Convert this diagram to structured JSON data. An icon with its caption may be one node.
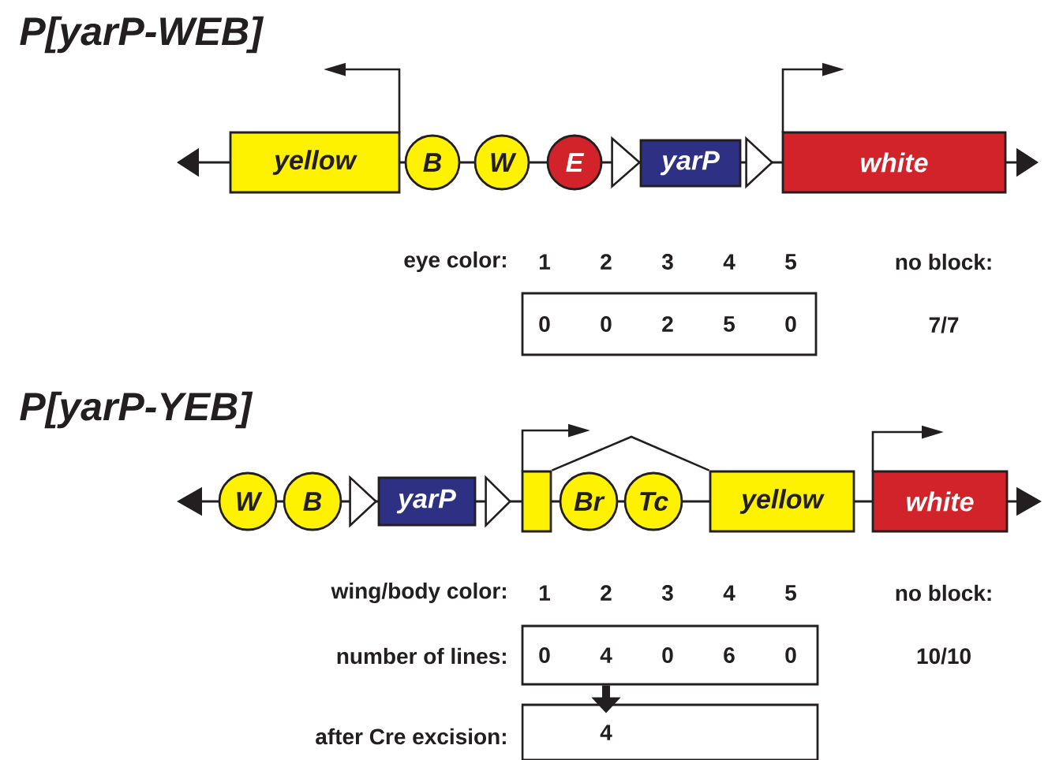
{
  "diagram": {
    "nodes": [
      {
        "text": [
          "yellow"
        ]
      },
      {
        "text": [
          "B"
        ]
      },
      {
        "text": [
          "W"
        ]
      },
      {
        "text": [
          "E"
        ]
      },
      {
        "text": [],
        "shape": "triangle"
      },
      {
        "text": [
          "yarP"
        ]
      },
      {
        "text": [],
        "shape": "triangle"
      },
      {
        "text": [
          "white"
        ]
      },
      {
        "text": [
          "0",
          "0",
          "2",
          "5",
          "0"
        ]
      },
      {
        "text": [
          "W"
        ]
      },
      {
        "text": [
          "B"
        ]
      },
      {
        "text": [],
        "shape": "triangle"
      },
      {
        "text": [
          "yarP"
        ]
      },
      {
        "text": [],
        "shape": "triangle"
      },
      {
        "text": [],
        "shape": "box"
      },
      {
        "text": [
          "Br"
        ]
      },
      {
        "text": [
          "Tc"
        ]
      },
      {
        "text": [
          "yellow"
        ]
      },
      {
        "text": [
          "white"
        ]
      },
      {
        "text": [
          "0",
          "4",
          "0",
          "6",
          "0"
        ]
      },
      {
        "text": [
          "4"
        ]
      }
    ],
    "edges": [
      {
        "from": 14,
        "to": 17,
        "arrow": "none"
      },
      {
        "from": 19,
        "to": 20,
        "arrow": "to",
        "style": "thick"
      }
    ],
    "labels": [
      "P[yarP-WEB]",
      "eye color:",
      "1",
      "2",
      "3",
      "4",
      "5",
      "no block:",
      "7/7",
      "P[yarP-YEB]",
      "wing/body color:",
      "1",
      "2",
      "3",
      "4",
      "5",
      "no block:",
      "number of lines:",
      "10/10",
      "after Cre excision:"
    ]
  }
}
